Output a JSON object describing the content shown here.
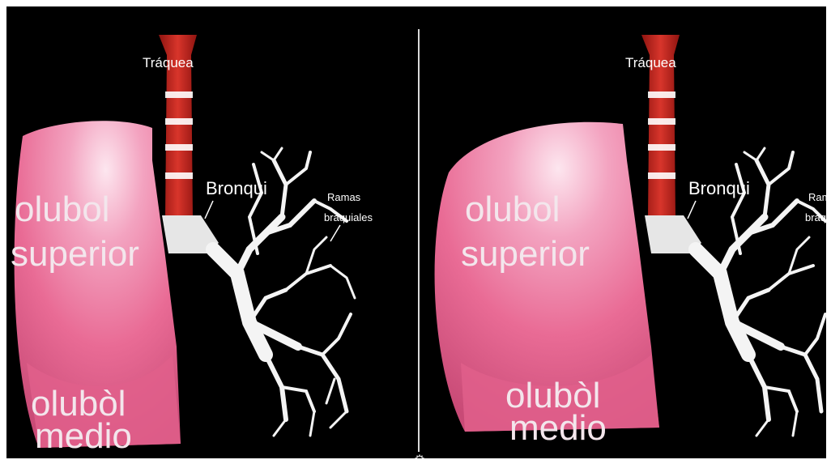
{
  "labels": {
    "trachea": "Tráquea",
    "bronchus": "Bronqui",
    "branches_line1": "Ramas",
    "branches_line2": "braquiales",
    "upper_lobe_line1": "olubol",
    "upper_lobe_line2": "superior",
    "middle_lobe_line1": "olubòl",
    "middle_lobe_line2": "medio"
  },
  "right_eye": {
    "trachea": "Tráquea",
    "bronchus": "Bronqui",
    "branches_line1": "Ram",
    "branches_line2": "braqui",
    "upper_lobe_line1": "olubol",
    "upper_lobe_line2": "superior",
    "middle_lobe_line1": "olubòl",
    "middle_lobe_line2": "medio"
  },
  "icons": {
    "settings": "gear-icon"
  },
  "colors": {
    "lung": "#e96b95",
    "trachea": "#c8261f",
    "ring": "#ffffff",
    "bronchi": "#f4f4f4",
    "background": "#000000"
  }
}
